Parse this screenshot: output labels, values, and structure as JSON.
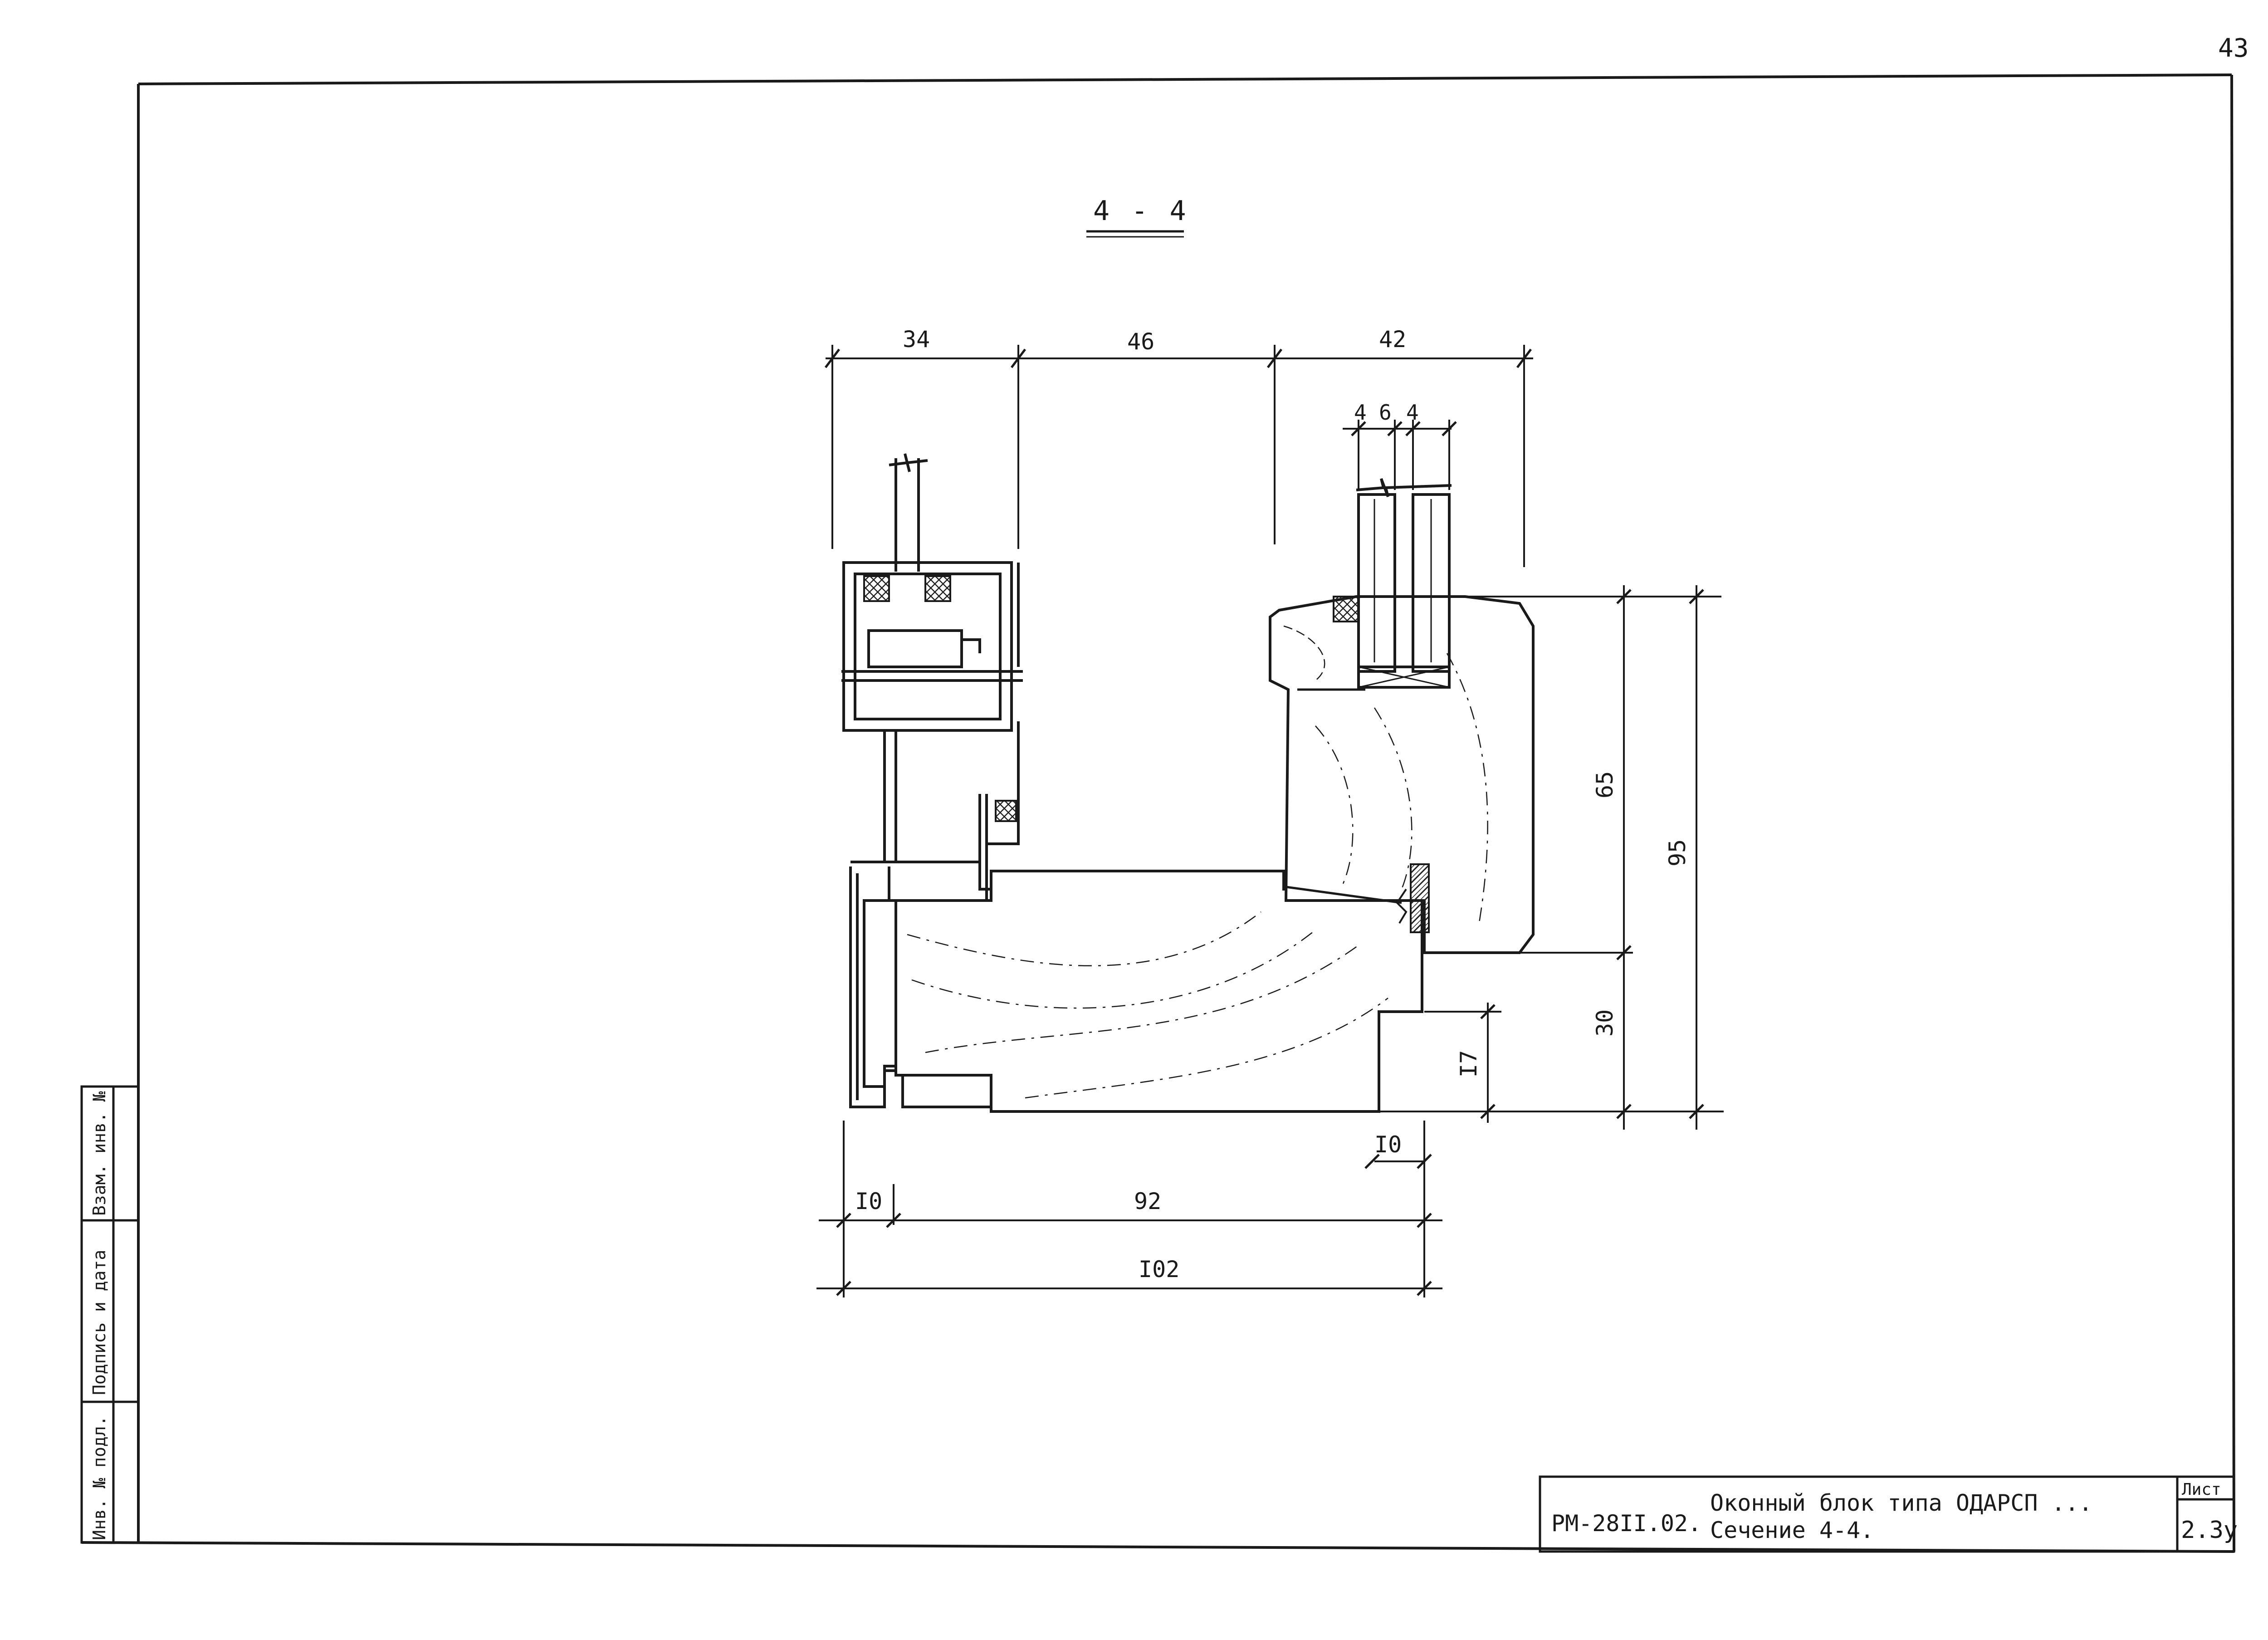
{
  "sheet": {
    "page_number": "43",
    "section_title": "4 - 4"
  },
  "dimensions": {
    "top": [
      "34",
      "46",
      "42"
    ],
    "glass": [
      "4",
      "6",
      "4"
    ],
    "right": [
      "65",
      "95",
      "30",
      "I7"
    ],
    "bottom": [
      "I0",
      "92",
      "I02",
      "I0"
    ]
  },
  "side_stamp": [
    "Инв. № подл.",
    "Подпись и дата",
    "Взам. инв. №"
  ],
  "title_block": {
    "code": "РМ-28II.02.",
    "description_line1": "Оконный блок типа ОДАРСП ...",
    "description_line2": "Сечение 4-4.",
    "sheet_label": "Лист",
    "sheet_number": "2.3у"
  }
}
